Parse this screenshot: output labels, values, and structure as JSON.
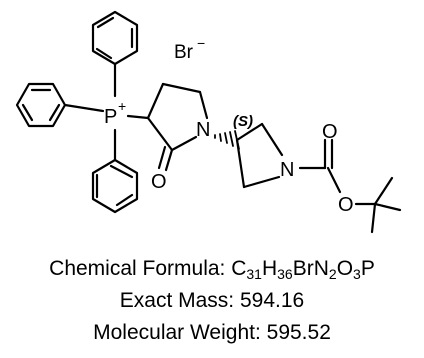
{
  "structure": {
    "counter_ion": "Br",
    "counter_ion_charge": "−",
    "phosphonium_atom": "P",
    "phosphonium_charge": "+",
    "lactam_nitrogen": "N",
    "carbonyl_oxygen": "O",
    "stereo_label": "(S)",
    "pyrrolidine_nitrogen": "N",
    "carbamate_carbonyl_oxygen": "O",
    "carbamate_ester_oxygen": "O"
  },
  "captions": {
    "formula_label": "Chemical Formula: ",
    "formula_parts": [
      {
        "text": "C",
        "sub": "31"
      },
      {
        "text": "H",
        "sub": "36"
      },
      {
        "text": "BrN",
        "sub": "2"
      },
      {
        "text": "O",
        "sub": "3"
      },
      {
        "text": "P",
        "sub": ""
      }
    ],
    "exact_mass": "Exact Mass: 594.16",
    "molecular_weight": "Molecular Weight: 595.52"
  }
}
